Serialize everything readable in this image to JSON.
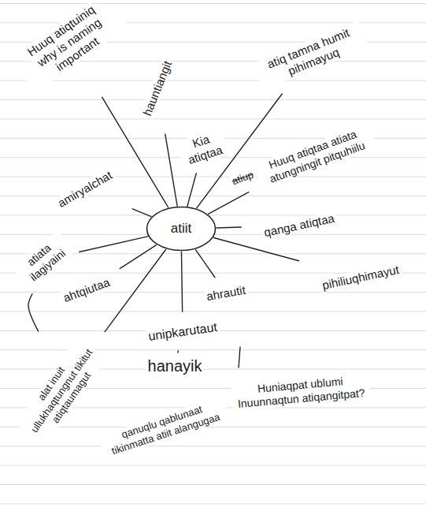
{
  "diagram": {
    "nodes": [
      {
        "text": [
          "atiit"
        ]
      },
      {
        "text": [
          "Huuq atiqtuiniq",
          "why is naming important"
        ]
      },
      {
        "text": [
          "hauntiangit"
        ]
      },
      {
        "text": [
          "atiq tamna humit pihimayuq"
        ]
      },
      {
        "text": [
          "Kia atiqtaa"
        ]
      },
      {
        "text": [
          "Huuq atiqtaa atiata atungningit pitquhiilu"
        ]
      },
      {
        "text": [
          "qanga atiqtaa"
        ]
      },
      {
        "text": [
          "amiryalchat"
        ]
      },
      {
        "text": [
          "atiata ilagiyaini"
        ]
      },
      {
        "text": [
          "ahtqiutaa"
        ]
      },
      {
        "text": [
          "ahrautit"
        ]
      },
      {
        "text": [
          "unipkarutaut"
        ]
      },
      {
        "text": [
          "hanayik"
        ]
      },
      {
        "text": [
          "pihiliuqhimayut"
        ]
      },
      {
        "text": [
          "Huniaqpat ublumi Inuunnaqtun atiqangitpat?"
        ]
      },
      {
        "text": [
          "alat inuit ullukhaqtungnut tikitut atiqtaumagut"
        ]
      },
      {
        "text": [
          "qanuqlu qablunaat tikinmatta atiit alangugaa"
        ]
      }
    ],
    "edges": [
      {
        "from": 0,
        "to": 1,
        "arrow": "none"
      },
      {
        "from": 0,
        "to": 2,
        "arrow": "none"
      },
      {
        "from": 0,
        "to": 3,
        "arrow": "none"
      },
      {
        "from": 0,
        "to": 4,
        "arrow": "none"
      },
      {
        "from": 0,
        "to": 5,
        "arrow": "none"
      },
      {
        "from": 0,
        "to": 6,
        "arrow": "none"
      },
      {
        "from": 0,
        "to": 7,
        "arrow": "none"
      },
      {
        "from": 0,
        "to": 8,
        "arrow": "none"
      },
      {
        "from": 0,
        "to": 9,
        "arrow": "none"
      },
      {
        "from": 0,
        "to": 10,
        "arrow": "none"
      },
      {
        "from": 0,
        "to": 11,
        "arrow": "none"
      },
      {
        "from": 0,
        "to": 13,
        "arrow": "none"
      },
      {
        "from": 0,
        "to": 15,
        "arrow": "none"
      },
      {
        "from": 8,
        "to": 15,
        "arrow": "none"
      },
      {
        "from": 11,
        "to": 12,
        "arrow": "none"
      }
    ],
    "labels": [
      "atiup"
    ]
  }
}
